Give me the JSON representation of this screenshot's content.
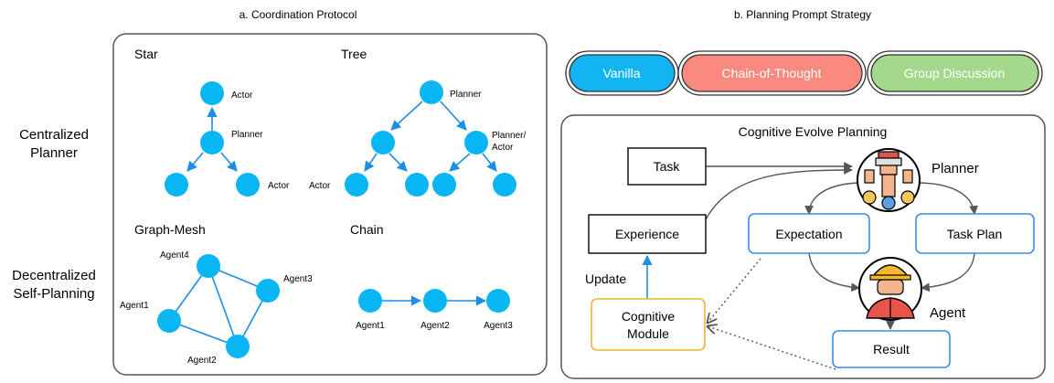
{
  "left_panel": {
    "caption": "a. Coordination Protocol",
    "row_labels": {
      "centralized": [
        "Centralized",
        "Planner"
      ],
      "decentralized": [
        "Decentralized",
        "Self-Planning"
      ]
    },
    "star": {
      "title": "Star",
      "labels": {
        "top": "Actor",
        "mid": "Planner",
        "right": "Actor"
      }
    },
    "tree": {
      "title": "Tree",
      "labels": {
        "root": "Planner",
        "sub": [
          "Planner/",
          "Actor"
        ],
        "left": "Actor"
      }
    },
    "mesh": {
      "title": "Graph-Mesh",
      "labels": {
        "a4": "Agent4",
        "a3": "Agent3",
        "a1": "Agent1",
        "a2": "Agent2"
      }
    },
    "chain": {
      "title": "Chain",
      "labels": {
        "a1": "Agent1",
        "a2": "Agent2",
        "a3": "Agent3"
      }
    }
  },
  "right_panel": {
    "caption": "b. Planning Prompt Strategy",
    "strategies": [
      {
        "label": "Vanilla",
        "fill": "#12b4f2",
        "text_color": "#ffffff"
      },
      {
        "label": "Chain-of-Thought",
        "fill": "#fa8a80",
        "text_color": "#ffffff"
      },
      {
        "label": "Group Discussion",
        "fill": "#a4d98d",
        "text_color": "#ffffff"
      }
    ],
    "cep": {
      "title": "Cognitive Evolve Planning",
      "task": "Task",
      "experience": "Experience",
      "planner": "Planner",
      "expectation": "Expectation",
      "task_plan": "Task Plan",
      "update": "Update",
      "cognitive_module": [
        "Cognitive",
        "Module"
      ],
      "agent": "Agent",
      "result": "Result"
    }
  },
  "colors": {
    "node": "#08b6f4",
    "edge": "#1c8ee6",
    "blue_box": "#3b8ee8",
    "orange_box": "#f2b233",
    "panel_border": "#555555"
  }
}
